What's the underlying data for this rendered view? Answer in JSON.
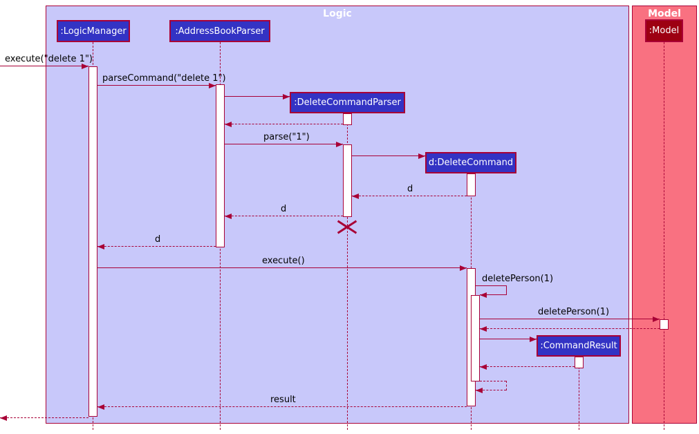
{
  "diagram": {
    "type": "uml-sequence",
    "frames": [
      {
        "title": "Logic"
      },
      {
        "title": "Model"
      }
    ],
    "participants": [
      {
        "id": "logic-manager",
        "label": ":LogicManager"
      },
      {
        "id": "address-book-parser",
        "label": ":AddressBookParser"
      },
      {
        "id": "delete-command-parser",
        "label": ":DeleteCommandParser"
      },
      {
        "id": "delete-command",
        "label": "d:DeleteCommand"
      },
      {
        "id": "command-result",
        "label": ":CommandResult"
      },
      {
        "id": "model",
        "label": ":Model"
      }
    ],
    "messages": [
      {
        "id": "execute-delete-1",
        "label": "execute(\"delete 1\")",
        "kind": "call"
      },
      {
        "id": "parse-command-delete-1",
        "label": "parseCommand(\"delete 1\")",
        "kind": "call"
      },
      {
        "id": "create-delete-command-parser",
        "label": "",
        "kind": "create"
      },
      {
        "id": "return-parser-created",
        "label": "",
        "kind": "return"
      },
      {
        "id": "parse-1",
        "label": "parse(\"1\")",
        "kind": "call"
      },
      {
        "id": "create-delete-command",
        "label": "",
        "kind": "create"
      },
      {
        "id": "return-d-to-parser",
        "label": "d",
        "kind": "return"
      },
      {
        "id": "return-d-to-address-book-parser",
        "label": "d",
        "kind": "return"
      },
      {
        "id": "return-d-to-logic-manager",
        "label": "d",
        "kind": "return"
      },
      {
        "id": "execute",
        "label": "execute()",
        "kind": "call"
      },
      {
        "id": "delete-person-self",
        "label": "deletePerson(1)",
        "kind": "self-call"
      },
      {
        "id": "delete-person-model",
        "label": "deletePerson(1)",
        "kind": "call"
      },
      {
        "id": "return-from-model",
        "label": "",
        "kind": "return"
      },
      {
        "id": "create-command-result",
        "label": "",
        "kind": "create"
      },
      {
        "id": "return-from-command-result",
        "label": "",
        "kind": "return"
      },
      {
        "id": "self-call-return",
        "label": "",
        "kind": "return"
      },
      {
        "id": "return-result",
        "label": "result",
        "kind": "return"
      },
      {
        "id": "return-to-caller",
        "label": "",
        "kind": "return"
      }
    ],
    "colors": {
      "background": "#FFFFFF",
      "logic-frame-fill": "#C8C8FA",
      "model-frame-fill": "#F97181",
      "logic-participant-fill": "#3333C4",
      "model-participant-fill": "#9D0012",
      "line": "#A80036",
      "frame-title-text": "#FFFFFF",
      "participant-text": "#FFFFFF",
      "message-text": "#000000",
      "activation-fill": "#FFFFFF"
    }
  }
}
